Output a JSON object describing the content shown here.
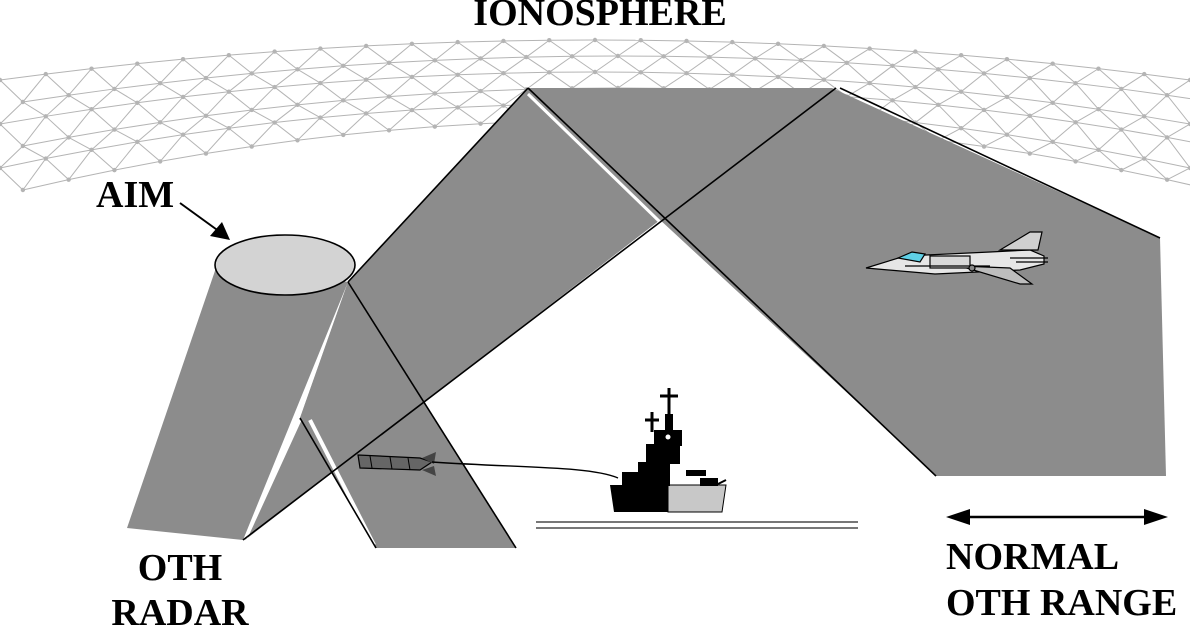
{
  "labels": {
    "ionosphere": "IONOSPHERE",
    "aim": "AIM",
    "oth_radar_line1": "OTH",
    "oth_radar_line2": "RADAR",
    "normal_range_line1": "NORMAL",
    "normal_range_line2": "OTH RANGE"
  },
  "colors": {
    "beam": "#8c8c8c",
    "beam_light": "#9a9a9a",
    "aim_ellipse": "#d3d3d3",
    "outline": "#000000",
    "grid": "#b4b4b4",
    "ship_hull_dark": "#000000",
    "ship_hull_light": "#c8c8c8",
    "aircraft_canopy": "#5fd0e6"
  },
  "icons": {
    "ionosphere_grid": "mesh-grid",
    "aim_target": "ellipse",
    "missile": "cruise-missile-icon",
    "ship": "warship-icon",
    "aircraft": "fighter-jet-icon",
    "range_arrow": "double-headed-arrow"
  }
}
